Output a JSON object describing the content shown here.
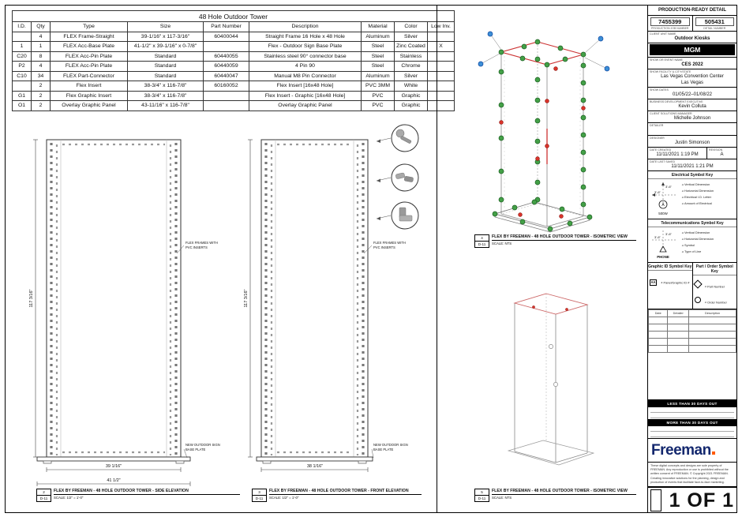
{
  "accents": {
    "marker_green": "#43a047",
    "marker_red": "#d9342b",
    "marker_blue": "#3d8fd6",
    "brand_navy": "#14286e",
    "brand_orange": "#ff5a00"
  },
  "parts_table": {
    "title": "48 Hole Outdoor Tower",
    "headers": [
      "I.D.",
      "Qty",
      "Type",
      "Size",
      "Part Number",
      "Description",
      "Material",
      "Color",
      "Low Inv."
    ],
    "rows": [
      [
        "",
        "4",
        "FLEX Frame-Straight",
        "39-1/16\" x 117-3/16\"",
        "60400044",
        "Straight Frame 16 Hole x 48 Hole",
        "Aluminum",
        "Silver",
        ""
      ],
      [
        "1",
        "1",
        "FLEX Acc-Base Plate",
        "41-1/2\" x 39-1/16\" x 0-7/8\"",
        "",
        "Flex - Outdoor Sign Base Plate",
        "Steel",
        "Zinc Coated",
        "X"
      ],
      [
        "C20",
        "8",
        "FLEX Acc-Pin Plate",
        "Standard",
        "60440055",
        "Stainless steel 90° connector base",
        "Steel",
        "Stainless",
        ""
      ],
      [
        "P2",
        "4",
        "FLEX Acc-Pin Plate",
        "Standard",
        "60440059",
        "4 Pin 90",
        "Steel",
        "Chrome",
        ""
      ],
      [
        "C10",
        "34",
        "FLEX Part-Connector",
        "Standard",
        "60440047",
        "Manual M8 Pin Connector",
        "Aluminum",
        "Silver",
        ""
      ],
      [
        "",
        "2",
        "Flex Insert",
        "38-3/4\" x 116-7/8\"",
        "60160052",
        "Flex Insert [16x48 Hole]",
        "PVC 3MM",
        "White",
        ""
      ],
      [
        "G1",
        "2",
        "Flex Graphic Insert",
        "38-3/4\" x 116-7/8\"",
        "",
        "Flex Insert - Graphic [16x48 Hole]",
        "PVC",
        "Graphic",
        ""
      ],
      [
        "O1",
        "2",
        "Overlay Graphic Panel",
        "43-11/16\" x 116-7/8\"",
        "",
        "Overlay Graphic Panel",
        "PVC",
        "Graphic",
        ""
      ]
    ]
  },
  "elevation": {
    "height_dim": "117 3/16\"",
    "side_width_dim": "39 1/16\"",
    "side_plate_dim": "41 1/2\"",
    "front_width_dim": "38 1/16\"",
    "label_frames_line1": "FLEX FRAMES WITH",
    "label_frames_line2": "PVC INSERTS",
    "label_plate_line1": "NEW OUTDOOR SIGN",
    "label_plate_line2": "BASE PLATE"
  },
  "views": {
    "side": {
      "num": "2",
      "sheet": "D-11",
      "title": "FLEX BY FREEMAN - 48 HOLE OUTDOOR TOWER - SIDE ELEVATION",
      "scale": "SCALE: 1/2\" = 1'-0\""
    },
    "front": {
      "num": "3",
      "sheet": "D-11",
      "title": "FLEX BY FREEMAN - 48 HOLE OUTDOOR TOWER - FRONT ELEVATION",
      "scale": "SCALE: 1/2\" = 1'-0\""
    },
    "iso_top": {
      "num": "4",
      "sheet": "D-11",
      "title": "FLEX BY FREEMAN - 48 HOLE OUTDOOR TOWER - ISOMETRIC VIEW",
      "scale": "SCALE: NTS"
    },
    "iso_bottom": {
      "num": "5",
      "sheet": "D-11",
      "title": "FLEX BY FREEMAN - 48 HOLE OUTDOOR TOWER - ISOMETRIC VIEW",
      "scale": "SCALE: NTS"
    }
  },
  "titleblock": {
    "header": "PRODUCTION-READY DETAIL",
    "job_number": "7455399",
    "job_number_label": "PRODUCTION JOB NUMBER",
    "detail_number": "505431",
    "detail_number_label": "DETAIL NUMBER",
    "unit_caption": "CLIENT UNIT NAME",
    "unit_name": "Outdoor Kiosks",
    "client_logo": "MGM",
    "show_caption": "SHOW OR EVENT NAME",
    "show_name": "CES 2022",
    "venue_caption": "SHOW FACILITY & CITY/STATE",
    "venue_line1": "Las Vegas Convention Center",
    "venue_line2": "Las Vegas",
    "dates_caption": "SHOW DATES",
    "dates": "01/05/22–01/08/22",
    "person1_caption": "BUSINESS DEVELOPMENT EXECUTIVE",
    "person1": "Kevin Colluta",
    "person2_caption": "CLIENT SOLUTIONS MANAGER",
    "person2": "Michelle Johnson",
    "person3_caption": "DETAILER",
    "person3": "",
    "person4_caption": "DESIGNER",
    "person4": "Justin Simonson",
    "created_caption": "DATE CREATED",
    "created": "11/11/2021 1:19 PM",
    "revision_caption": "REVISION",
    "revision": "A",
    "saved_caption": "DATE LAST SAVED",
    "saved": "11/11/2021 1:21 PM"
  },
  "electrical_key": {
    "title": "Electrical Symbol Key",
    "sample_v": "3'-6\"",
    "sample_h": "3'-6\"",
    "sample_id": "A",
    "sample_watt": "500W",
    "legend": [
      "Vertical Dimension",
      "Horizontal Dimension",
      "Electrical I.D. Letter",
      "Amount of Electrical"
    ]
  },
  "telecom_key": {
    "title": "Telecommunications Symbol Key",
    "sample_v": "3'-6\"",
    "sample_h": "3'-6\"",
    "sample_label": "PHONE",
    "legend": [
      "Vertical Dimension",
      "Horizontal Dimension",
      "Symbol",
      "Type of Line"
    ]
  },
  "graphic_key": {
    "title": "Graphic ID Symbol Key",
    "sample": "AA",
    "legend": [
      "Panel/Graphic ID #"
    ]
  },
  "part_key": {
    "title": "Part / Order Symbol Key",
    "legend": [
      "Part Number",
      "Order Number"
    ]
  },
  "records": {
    "headers": [
      "Date",
      "Detailer",
      "Description"
    ]
  },
  "timeline": {
    "less_bar": "LESS THAN 30 DAYS OUT",
    "more_bar": "MORE THAN 30 DAYS OUT"
  },
  "brand": {
    "logo_text": "Freeman",
    "legal1": "These digital concepts and designs are sole property of FREEMAN. Any reproduction or use is prohibited without the written consent of FREEMAN. © Copyright 2021 FREEMAN.",
    "legal2": "Creating innovative solutions for the planning, design and production of events that facilitate face-to-face marketing.",
    "big_page_label": "1 OF 1"
  }
}
